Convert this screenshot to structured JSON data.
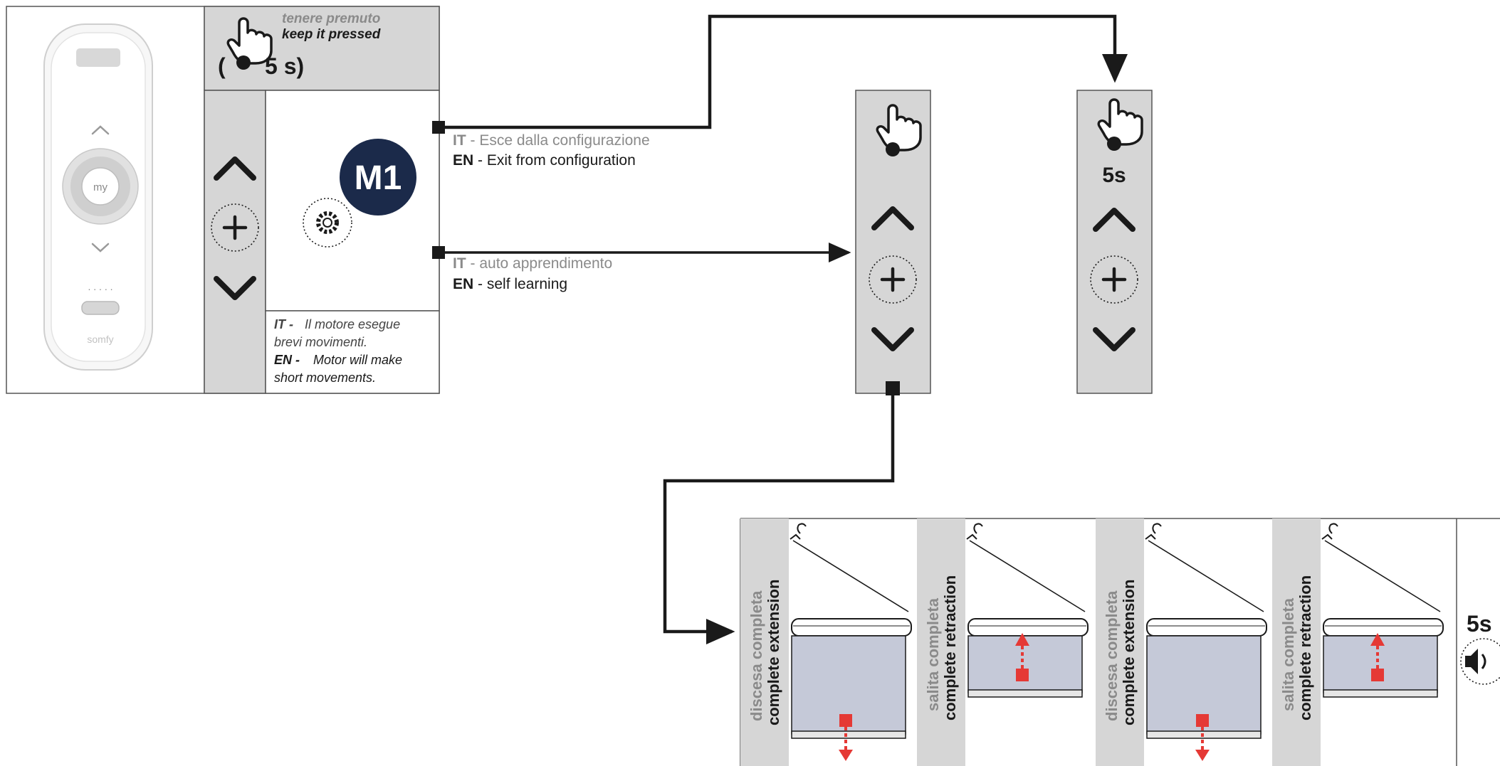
{
  "remote": {
    "button_my": "my",
    "dots": ". . . . .",
    "brand": "somfy"
  },
  "hold_box": {
    "it_text": "tenere premuto",
    "en_text": "keep it pressed",
    "duration_prefix": "(",
    "duration": "5 s)"
  },
  "mode_badge": "M1",
  "note_box": {
    "it_label": "IT -",
    "it_text": "Il motore esegue brevi movimenti.",
    "en_label": "EN -",
    "en_text": "Motor will make short movements."
  },
  "exit_label": {
    "it_code": "IT",
    "it_text": " - Esce dalla configurazione",
    "en_code": "EN",
    "en_text": " - Exit from configuration"
  },
  "learn_label": {
    "it_code": "IT",
    "it_text": " - auto apprendimento",
    "en_code": "EN",
    "en_text": " - self learning"
  },
  "panel_5s": {
    "duration": "5s"
  },
  "sequence": {
    "steps": [
      {
        "it": "discesa completa",
        "en": "complete extension",
        "direction": "down"
      },
      {
        "it": "salita completa",
        "en": "complete retraction",
        "direction": "up"
      },
      {
        "it": "discesa completa",
        "en": "complete extension",
        "direction": "down"
      },
      {
        "it": "salita completa",
        "en": "complete retraction",
        "direction": "up"
      }
    ],
    "final_duration": "5s"
  },
  "colors": {
    "panel_gray": "#d6d6d6",
    "badge_navy": "#1b2a4a",
    "arrow_red": "#e53935",
    "awning_fabric": "#c5c9d8"
  }
}
